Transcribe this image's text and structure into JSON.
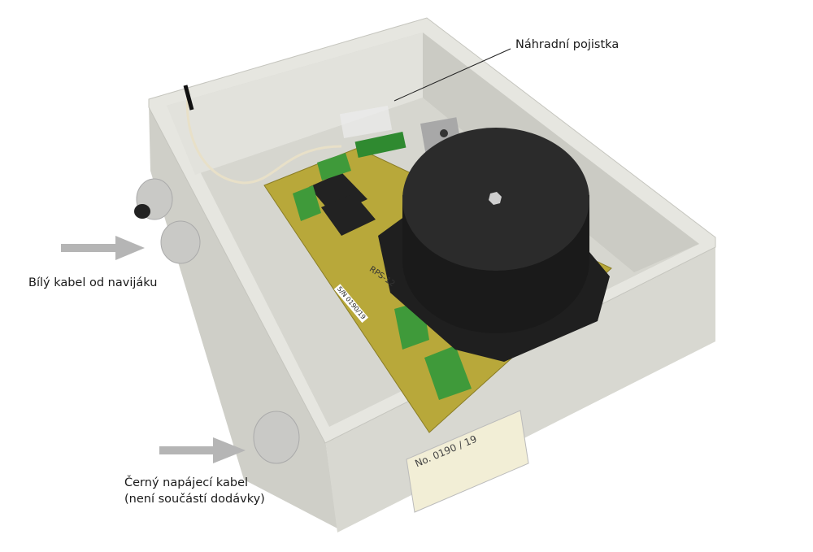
{
  "annotations": {
    "spare_fuse": "Náhradní pojistka",
    "white_cable": "Bílý kabel od navijáku",
    "black_cable_line1": "Černý napájecí kabel",
    "black_cable_line2": "(není součástí dodávky)"
  },
  "pcb": {
    "model": "RPS-12",
    "serial": "S/N 0190/19",
    "sticker_number": "No. 0190 / 19"
  },
  "colors": {
    "arrow": "#b5b5b5",
    "enclosure": "#dcdcd6",
    "pcb": "#b8a83a",
    "transformer": "#1e1e1e",
    "terminal": "#3f9a3a"
  }
}
